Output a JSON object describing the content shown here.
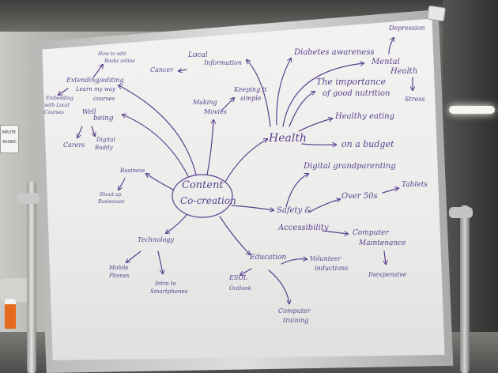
{
  "scene": "Whiteboard mind map",
  "center": [
    "Content",
    "Co-creation"
  ],
  "nodes": {
    "depression": "Depression",
    "diabetes": "Diabetes awareness",
    "mental_health": [
      "Mental",
      "Health"
    ],
    "stress": "Stress",
    "importance": [
      "The importance",
      "of good nutrition"
    ],
    "health": "Health",
    "healthy_eating": "Healthy eating",
    "on_budget": "on a budget",
    "local_info": [
      "Local",
      "Information"
    ],
    "cancer": "Cancer",
    "keeping_simple": [
      "Keeping it",
      "simple"
    ],
    "making_movies": [
      "Making",
      "Movies"
    ],
    "how_to_edit": [
      "How to edit",
      "Books online"
    ],
    "extending": [
      "Extending/editing",
      "Learn my way",
      "courses"
    ],
    "embedding": [
      "Embedding",
      "with Local",
      "Courses"
    ],
    "well_being": [
      "Well",
      "being"
    ],
    "carers": "Carers",
    "digital_buddy": [
      "Digital",
      "Buddy"
    ],
    "business": "Business",
    "shout_biz": [
      "Shout up",
      "Businesses"
    ],
    "digital_grand": "Digital grandparenting",
    "over_50s": "Over 50s",
    "tablets": "Tablets",
    "safety": [
      "Safety &",
      "Accessibility"
    ],
    "computer_maint": [
      "Computer",
      "Maintenance"
    ],
    "inexpensive": "Inexpensive",
    "technology": "Technology",
    "mobile_phones": [
      "Mobile",
      "Phones"
    ],
    "intro_smart": [
      "Intro to",
      "Smartphones"
    ],
    "education": "Education",
    "volunteer": [
      "Volunteer",
      "inductions"
    ],
    "esol": [
      "ESOL",
      "Outlook"
    ],
    "computer_training": [
      "Computer",
      "training"
    ]
  },
  "wall_sign": [
    "MPUTE",
    "ASSWC"
  ],
  "colors": {
    "marker": "#5a3f8e",
    "board": "#efefed",
    "frame": "#c4c4c2"
  }
}
